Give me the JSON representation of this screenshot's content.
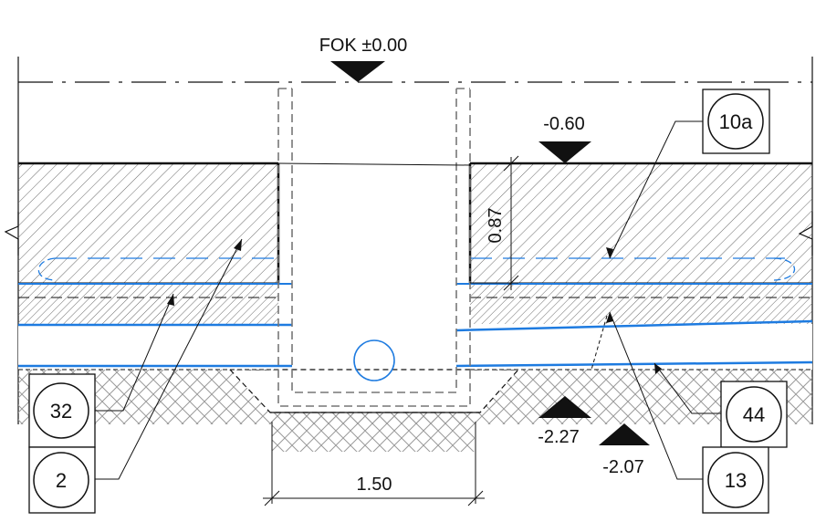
{
  "levels": {
    "fok": "FOK ±0.00",
    "top": "-0.60",
    "trench_bottom": "-2.27",
    "bed": "-2.07"
  },
  "dimensions": {
    "height": "0.87",
    "width": "1.50"
  },
  "tags": {
    "t10a": "10a",
    "t32": "32",
    "t2": "2",
    "t44": "44",
    "t13": "13"
  },
  "colors": {
    "line": "#111111",
    "pipe": "#1e7be0",
    "hatch": "#555555"
  }
}
